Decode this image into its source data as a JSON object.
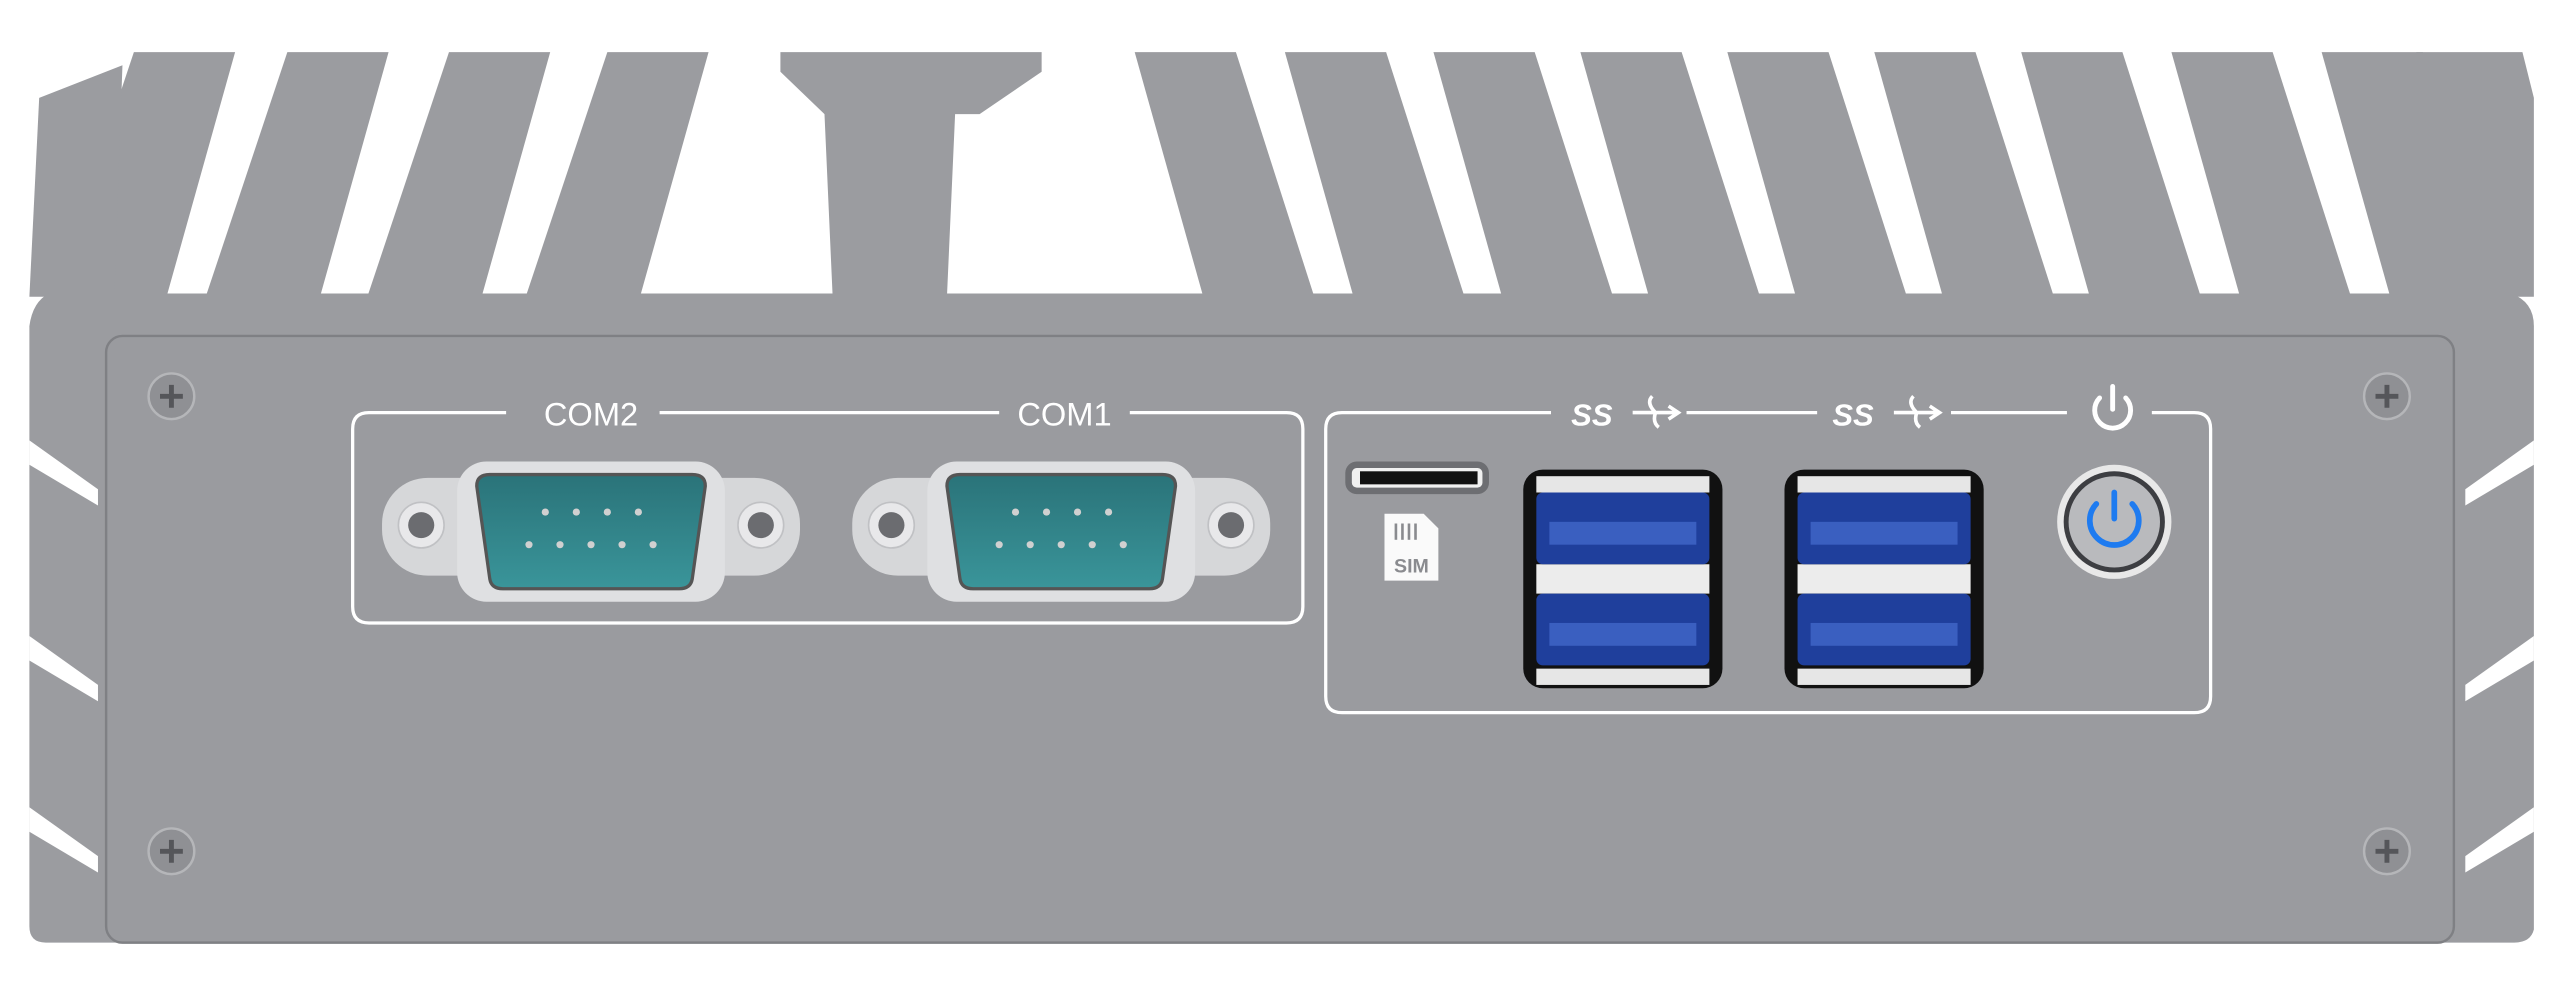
{
  "device": {
    "colors": {
      "chassis": "#9b9ca0",
      "panel": "#9a9b9f",
      "serial": "#2f8a8e",
      "usb": "#1f3f9c",
      "power_led": "#1e7bf0"
    },
    "serial_group": {
      "ports": [
        {
          "label": "COM2"
        },
        {
          "label": "COM1"
        }
      ]
    },
    "io_group": {
      "sim_label": "SIM",
      "usb_ports": [
        {
          "label": "SS"
        },
        {
          "label": "SS"
        }
      ],
      "power_icon": "power-icon"
    }
  }
}
